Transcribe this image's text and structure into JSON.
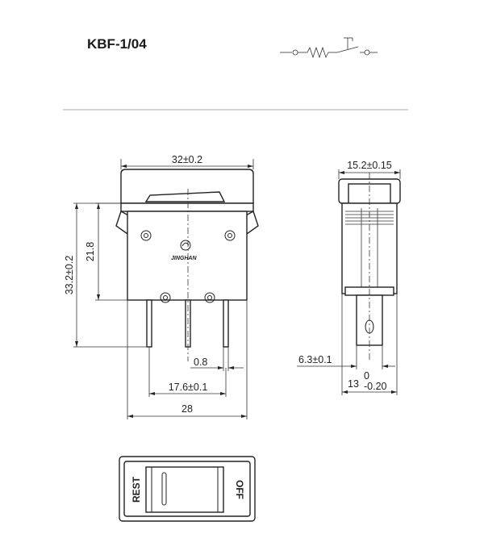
{
  "model": "KBF-1/04",
  "logo_text": "JINGHAN",
  "dimensions": {
    "width_top": "32±0.2",
    "side_width": "15.2±0.15",
    "height_total": "33.2±0.2",
    "height_body": "21.8",
    "terminal_thickness": "0.8",
    "terminal_spacing": "17.6±0.1",
    "base_width": "28",
    "terminal_width": "6.3±0.1",
    "side_depth_main": "13",
    "side_depth_upper": "0",
    "side_depth_lower": "-0.20"
  },
  "actuator": {
    "left_label": "REST",
    "right_label": "OFF"
  }
}
